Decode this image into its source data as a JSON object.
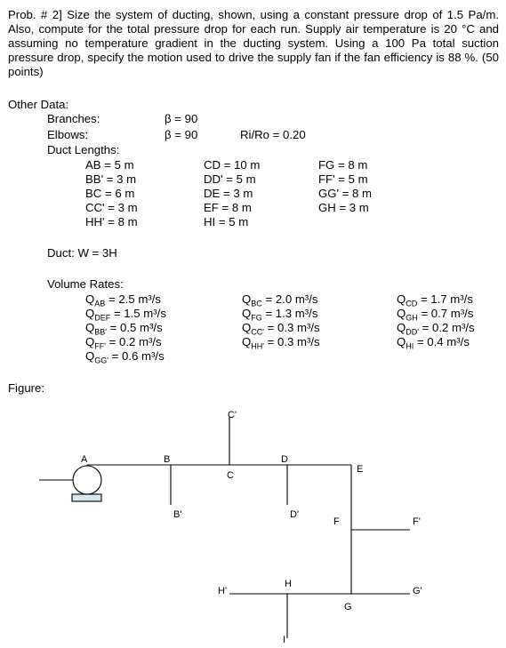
{
  "problem": {
    "text": "Prob. # 2] Size the system of ducting, shown, using a constant pressure drop of 1.5 Pa/m. Also, compute for the total pressure drop for each run. Supply air temperature is 20 °C and assuming no temperature gradient in the ducting system. Using a 100 Pa total suction pressure drop, specify the motion used to drive the supply fan if the fan efficiency is 88 %. (50 points)"
  },
  "other_data": {
    "heading": "Other Data:",
    "branches_label": "Branches:",
    "branches_value": "β = 90",
    "elbows_label": "Elbows:",
    "elbows_value": "β = 90",
    "ratio": "Ri/Ro = 0.20",
    "duct_lengths_label": "Duct Lengths:",
    "lengths_col1": [
      "AB = 5 m",
      "BB' = 3 m",
      "BC = 6 m",
      "CC' = 3 m",
      "HH' = 8 m"
    ],
    "lengths_col2": [
      "CD = 10 m",
      "DD' = 5 m",
      "DE = 3 m",
      "EF = 8 m",
      "HI = 5 m"
    ],
    "lengths_col3": [
      "FG = 8 m",
      "FF' = 5 m",
      "GG' = 8 m",
      "GH = 3 m"
    ],
    "duct_shape": "Duct:  W = 3H",
    "volume_rates_label": "Volume Rates:"
  },
  "volume_rates": {
    "col1": [
      {
        "sub": "AB",
        "value": "= 2.5 m³/s"
      },
      {
        "sub": "DEF",
        "value": "= 1.5 m³/s"
      },
      {
        "sub": "BB'",
        "value": "= 0.5 m³/s"
      },
      {
        "sub": "FF'",
        "value": "= 0.2 m³/s"
      },
      {
        "sub": "GG'",
        "value": "= 0.6 m³/s"
      }
    ],
    "col2": [
      {
        "sub": "BC",
        "value": "= 2.0 m³/s"
      },
      {
        "sub": "FG",
        "value": "= 1.3 m³/s"
      },
      {
        "sub": "CC'",
        "value": "= 0.3 m³/s"
      },
      {
        "sub": "HH'",
        "value": "= 0.3 m³/s"
      }
    ],
    "col3": [
      {
        "sub": "CD",
        "value": "= 1.7 m³/s"
      },
      {
        "sub": "GH",
        "value": "= 0.7 m³/s"
      },
      {
        "sub": "DD'",
        "value": "= 0.2 m³/s"
      },
      {
        "sub": "HI",
        "value": "= 0.4 m³/s"
      }
    ]
  },
  "figure": {
    "label": "Figure:",
    "nodes": {
      "A": "A",
      "B": "B",
      "Bp": "B'",
      "C": "C",
      "Cp": "C'",
      "D": "D",
      "Dp": "D'",
      "E": "E",
      "F": "F",
      "Fp": "F'",
      "G": "G",
      "Gp": "G'",
      "H": "H",
      "Hp": "H'",
      "I": "I"
    }
  }
}
